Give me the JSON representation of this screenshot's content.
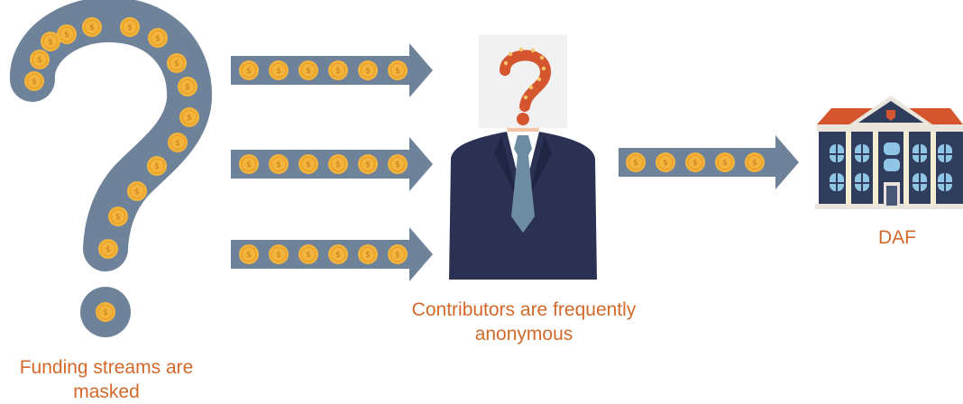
{
  "captions": {
    "funding": "Funding streams are masked",
    "contributors": "Contributors are frequently anonymous",
    "daf": "DAF"
  },
  "coin_symbol": "$",
  "flows": [
    {
      "from": "funding-question-mark",
      "to": "contributor",
      "coins": 6
    },
    {
      "from": "funding-question-mark",
      "to": "contributor",
      "coins": 6
    },
    {
      "from": "funding-question-mark",
      "to": "contributor",
      "coins": 6
    },
    {
      "from": "contributor",
      "to": "daf-building",
      "coins": 5
    }
  ],
  "colors": {
    "accent_text": "#d2692a",
    "arrow": "#6e8399",
    "coin": "#f4b43c",
    "suit": "#2b3152",
    "tie": "#6e8da2",
    "roof": "#d5552f",
    "building_wall": "#2f3c5c",
    "columns": "#f3ecd2",
    "windows": "#8fc6e6"
  },
  "icons": [
    "question-mark-coins-icon",
    "anonymous-person-icon",
    "daf-building-icon",
    "coin-icon",
    "arrow-icon"
  ]
}
